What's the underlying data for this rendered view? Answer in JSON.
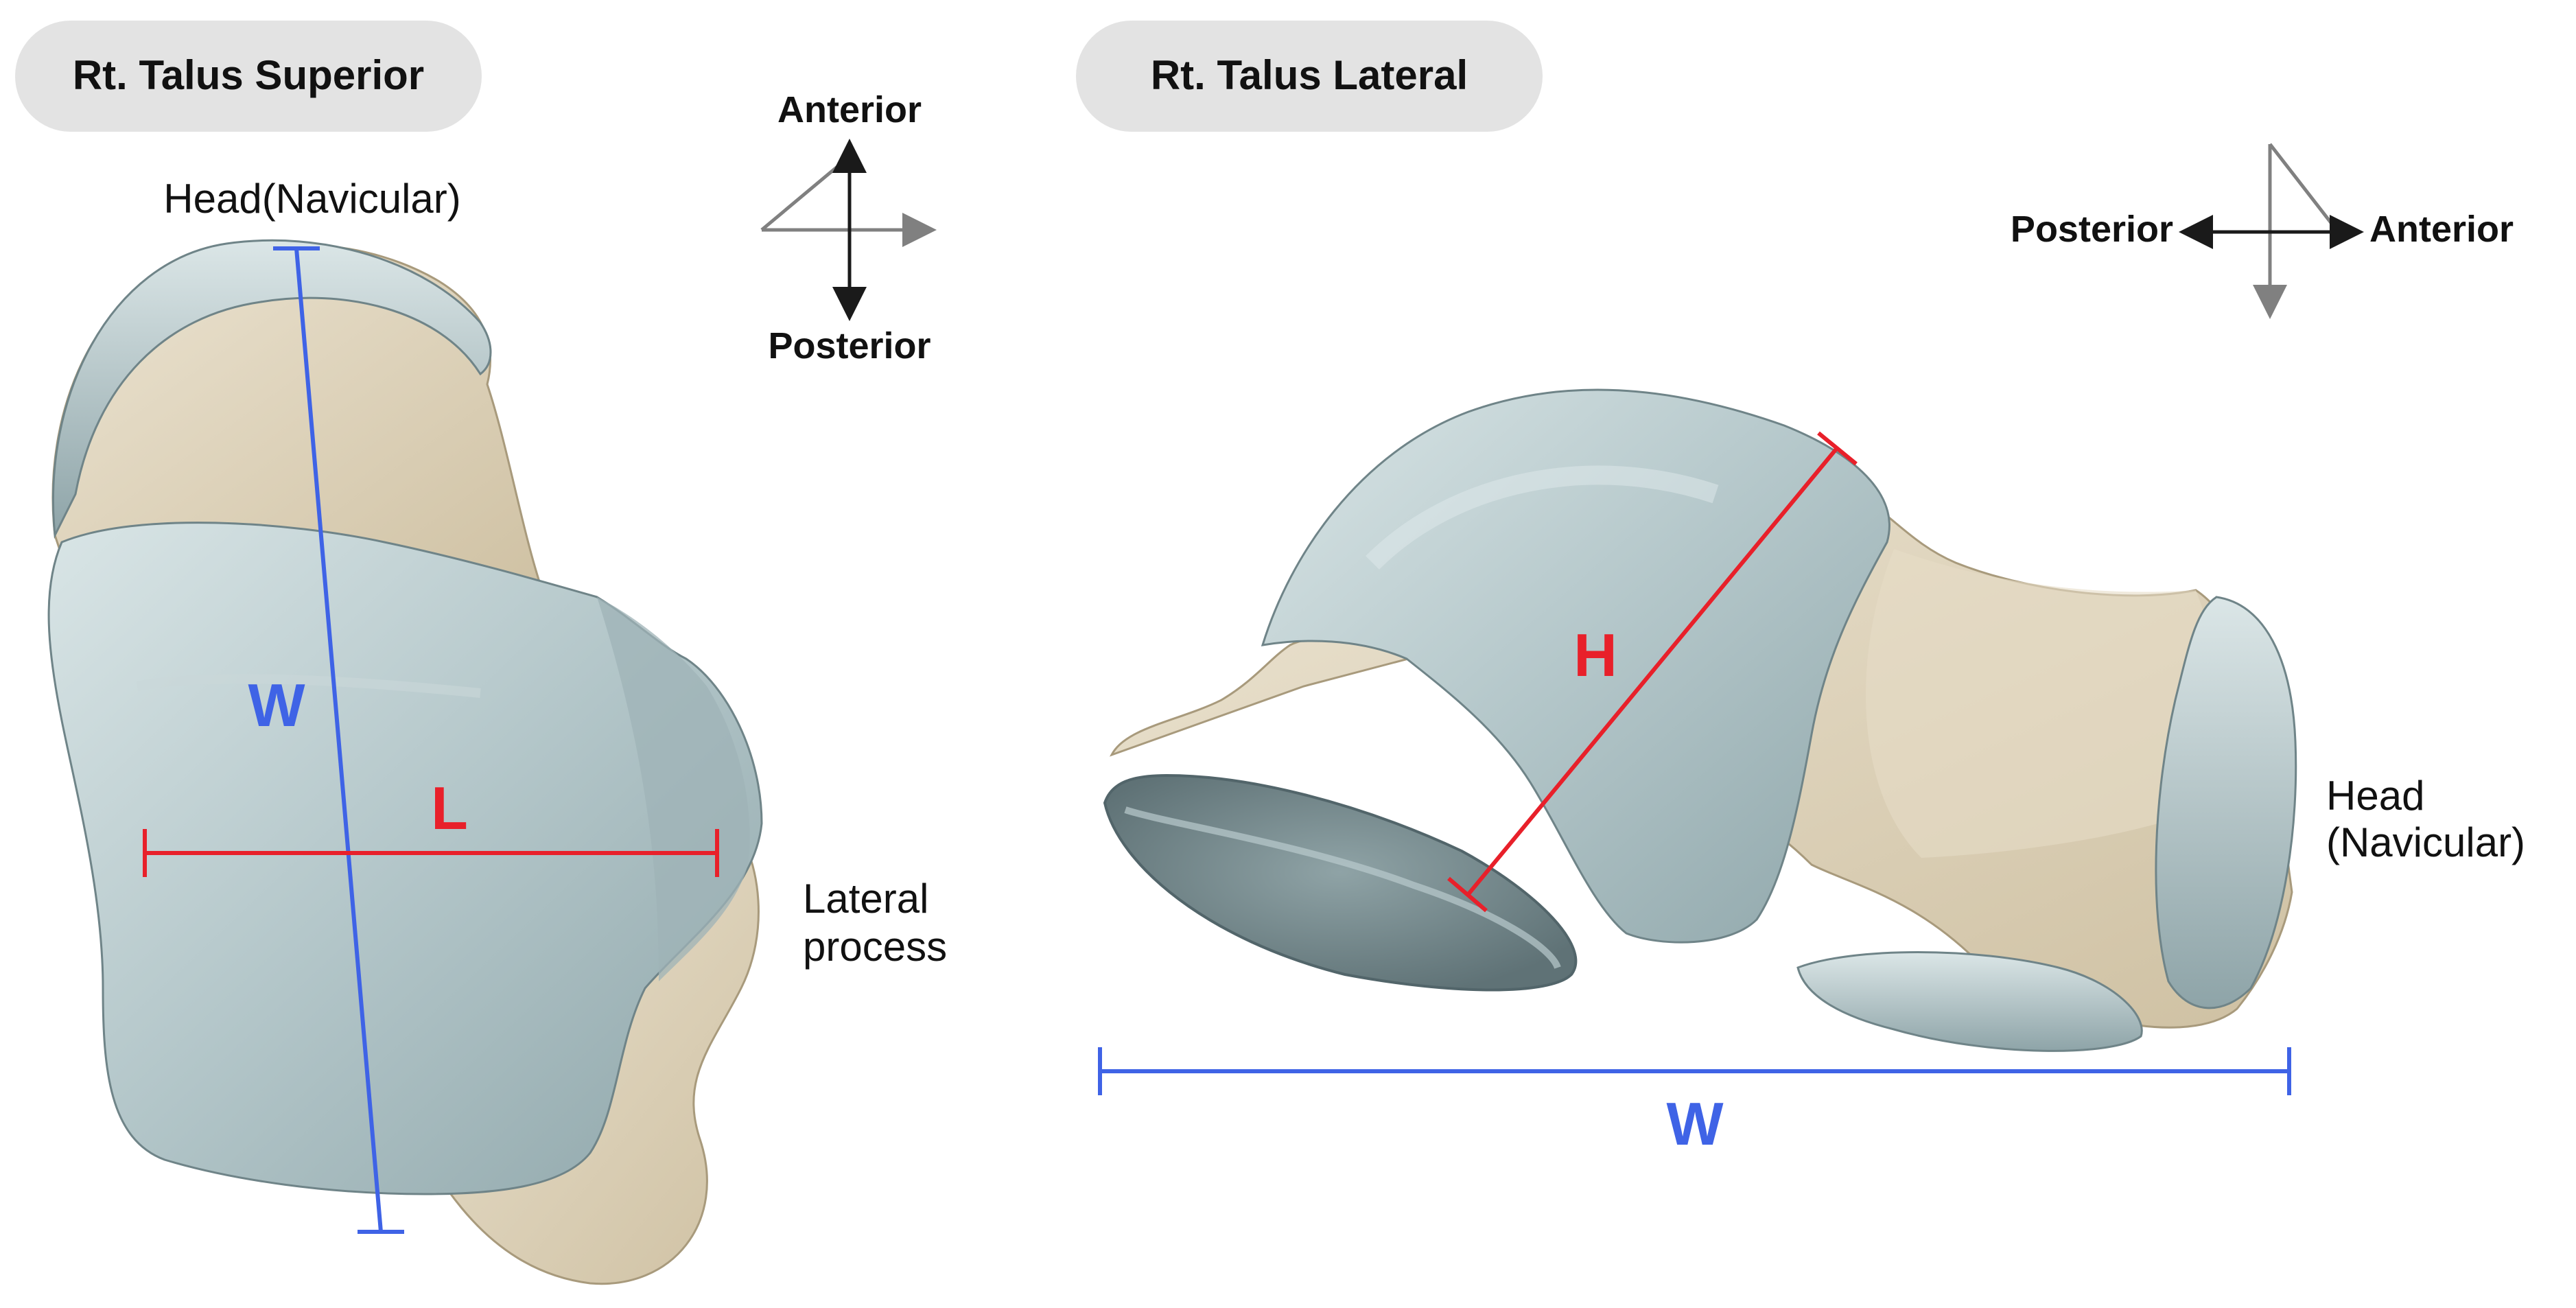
{
  "panels": {
    "superior": {
      "title": "Rt. Talus Superior",
      "head_label": "Head(Navicular)",
      "lateral_label_line1": "Lateral",
      "lateral_label_line2": "process",
      "orientation": {
        "up": "Anterior",
        "down": "Posterior"
      },
      "measure_w": "W",
      "measure_l": "L"
    },
    "lateral": {
      "title": "Rt. Talus Lateral",
      "head_label_line1": "Head",
      "head_label_line2": "(Navicular)",
      "orientation": {
        "left": "Posterior",
        "right": "Anterior"
      },
      "measure_h": "H",
      "measure_w": "W"
    }
  },
  "colors": {
    "pill": "#e3e3e3",
    "cartilage": "#a9bec2",
    "bone": "#e0d5bf",
    "measure_red": "#e8202a",
    "measure_blue": "#3f63e6",
    "arrow_gray": "#808080",
    "arrow_dark": "#1a1a1a"
  }
}
